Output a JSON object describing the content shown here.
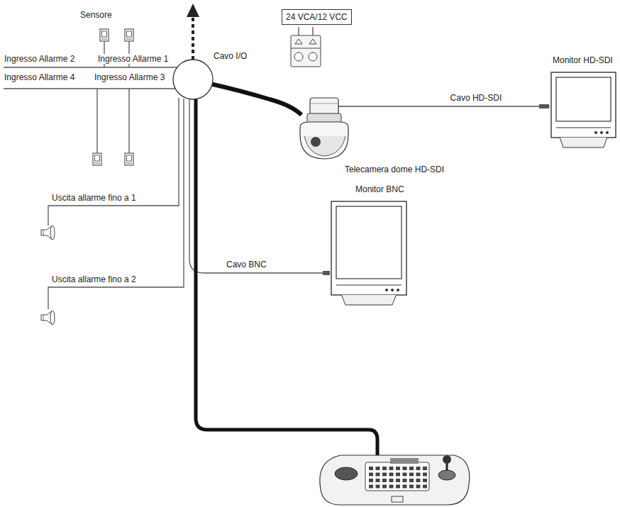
{
  "diagram": {
    "nodes": [
      {
        "text": [
          "24 VCA/12 VCC"
        ]
      },
      {
        "text": [
          "Monitor HD-SDI"
        ]
      },
      {
        "text": [
          "Telecamera dome HD-SDI"
        ]
      },
      {
        "text": [
          "Monitor BNC"
        ]
      }
    ],
    "edges": [
      {
        "from": 2,
        "to": 1,
        "arrow": "none",
        "label": "Cavo HD-SDI"
      }
    ],
    "labels": [
      "Sensore",
      "Ingresso Allarme 2",
      "Ingresso Allarme 1",
      "Cavo I/O",
      "Ingresso Allarme 4",
      "Ingresso Allarme 3",
      "Uscita allarme fino a 1",
      "Uscita allarme fino a 2",
      "Cavo BNC"
    ]
  }
}
